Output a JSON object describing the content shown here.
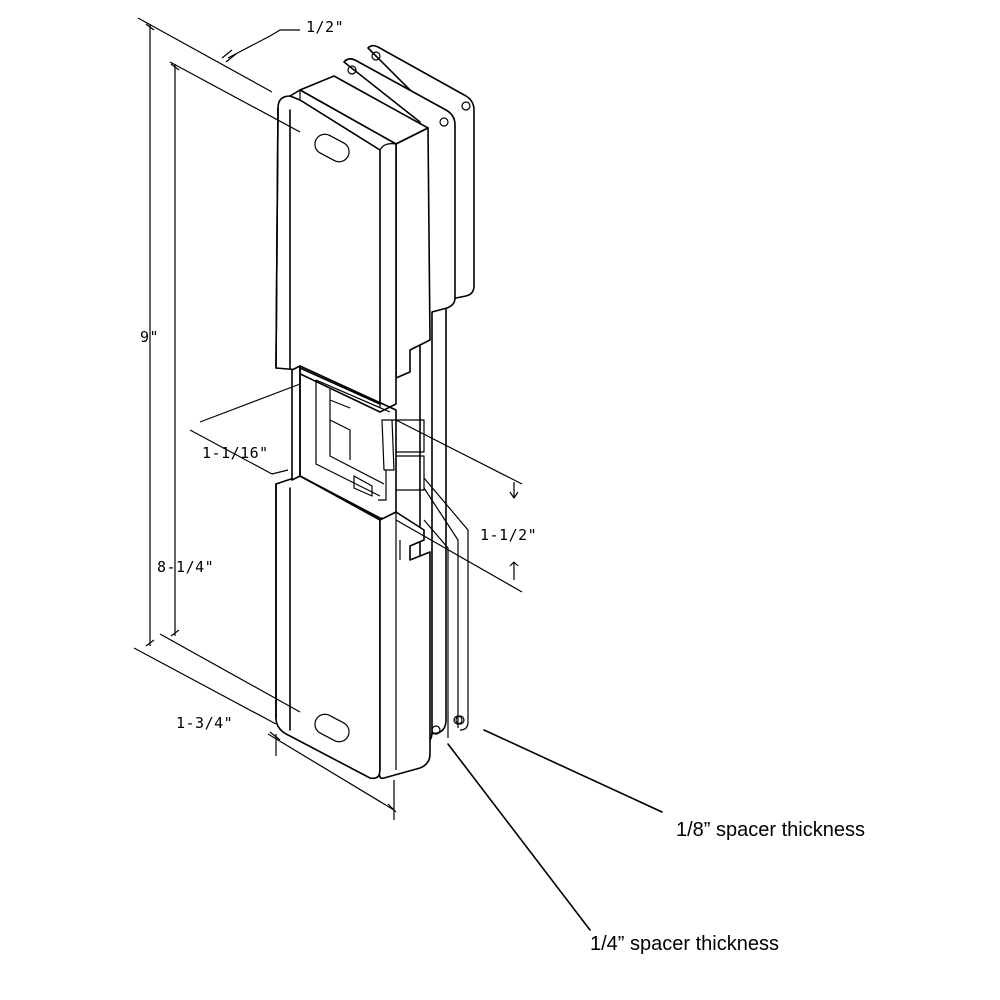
{
  "dimensions": {
    "top_thickness": "1/2\"",
    "total_height": "9\"",
    "inner_height": "8-1/4\"",
    "keeper_depth": "1-1/16\"",
    "keeper_opening": "1-1/2\"",
    "width": "1-3/4\""
  },
  "callouts": {
    "spacer_eighth": "1/8” spacer thickness",
    "spacer_quarter": "1/4” spacer thickness"
  },
  "colors": {
    "line": "#000000",
    "background": "#ffffff"
  }
}
